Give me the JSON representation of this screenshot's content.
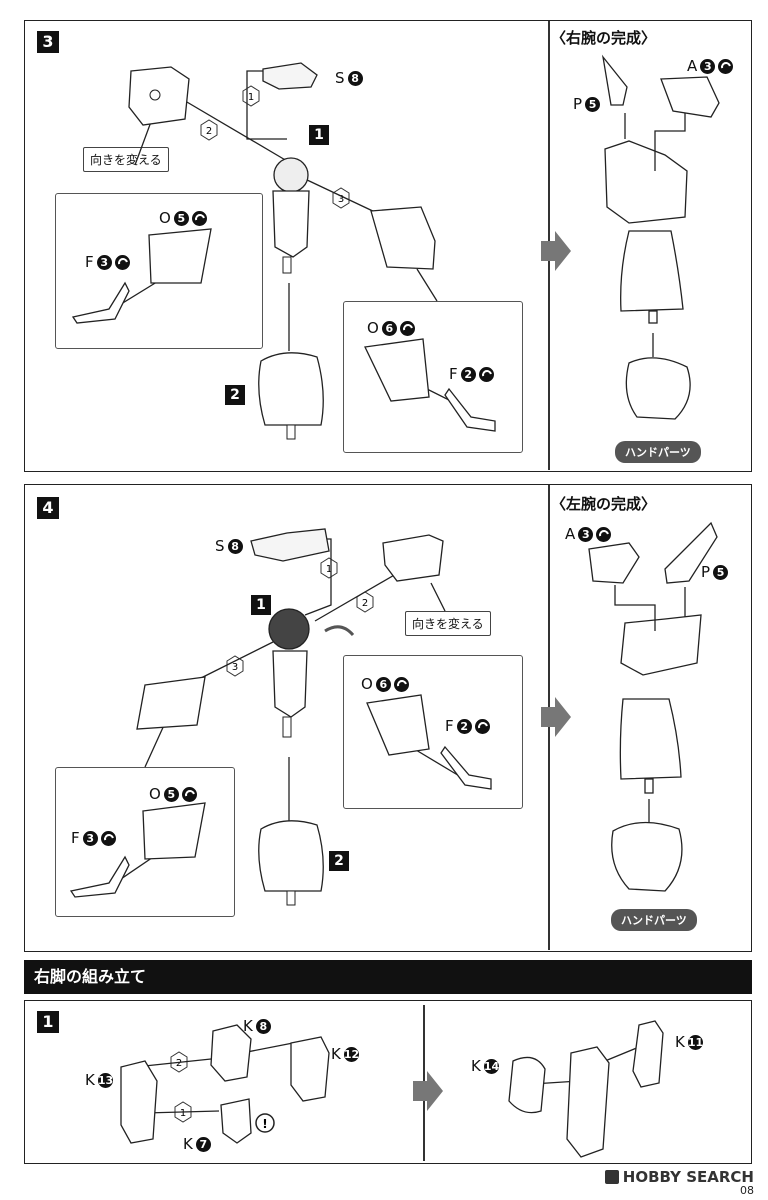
{
  "step3": {
    "badge": "3",
    "complete_title": "〈右腕の完成〉",
    "callout_tag": "向きを変える",
    "parts": {
      "s": {
        "letter": "S",
        "num": "8"
      },
      "o_upper": {
        "letter": "O",
        "num": "5"
      },
      "f_upper": {
        "letter": "F",
        "num": "3"
      },
      "o_lower": {
        "letter": "O",
        "num": "6"
      },
      "f_lower": {
        "letter": "F",
        "num": "2"
      },
      "a": {
        "letter": "A",
        "num": "3"
      },
      "p": {
        "letter": "P",
        "num": "5"
      }
    },
    "order": [
      "1",
      "2",
      "3"
    ],
    "part_badges": [
      "1",
      "2"
    ],
    "hand_label": "ハンドパーツ"
  },
  "step4": {
    "badge": "4",
    "complete_title": "〈左腕の完成〉",
    "callout_tag": "向きを変える",
    "parts": {
      "s": {
        "letter": "S",
        "num": "8"
      },
      "o_right": {
        "letter": "O",
        "num": "6"
      },
      "f_right": {
        "letter": "F",
        "num": "2"
      },
      "o_left": {
        "letter": "O",
        "num": "5"
      },
      "f_left": {
        "letter": "F",
        "num": "3"
      },
      "a": {
        "letter": "A",
        "num": "3"
      },
      "p": {
        "letter": "P",
        "num": "5"
      }
    },
    "order": [
      "1",
      "2",
      "3"
    ],
    "part_badges": [
      "1",
      "2"
    ],
    "hand_label": "ハンドパーツ"
  },
  "leg_section": {
    "title": "右脚の組み立て",
    "badge": "1",
    "parts": {
      "k8": {
        "letter": "K",
        "num": "8"
      },
      "k12": {
        "letter": "K",
        "num": "12"
      },
      "k13": {
        "letter": "K",
        "num": "13"
      },
      "k7": {
        "letter": "K",
        "num": "7"
      },
      "k14": {
        "letter": "K",
        "num": "14"
      },
      "k11": {
        "letter": "K",
        "num": "11"
      }
    },
    "order": [
      "2",
      "1"
    ],
    "caution": "!"
  },
  "watermark": "HOBBY SEARCH",
  "page_number": "08"
}
